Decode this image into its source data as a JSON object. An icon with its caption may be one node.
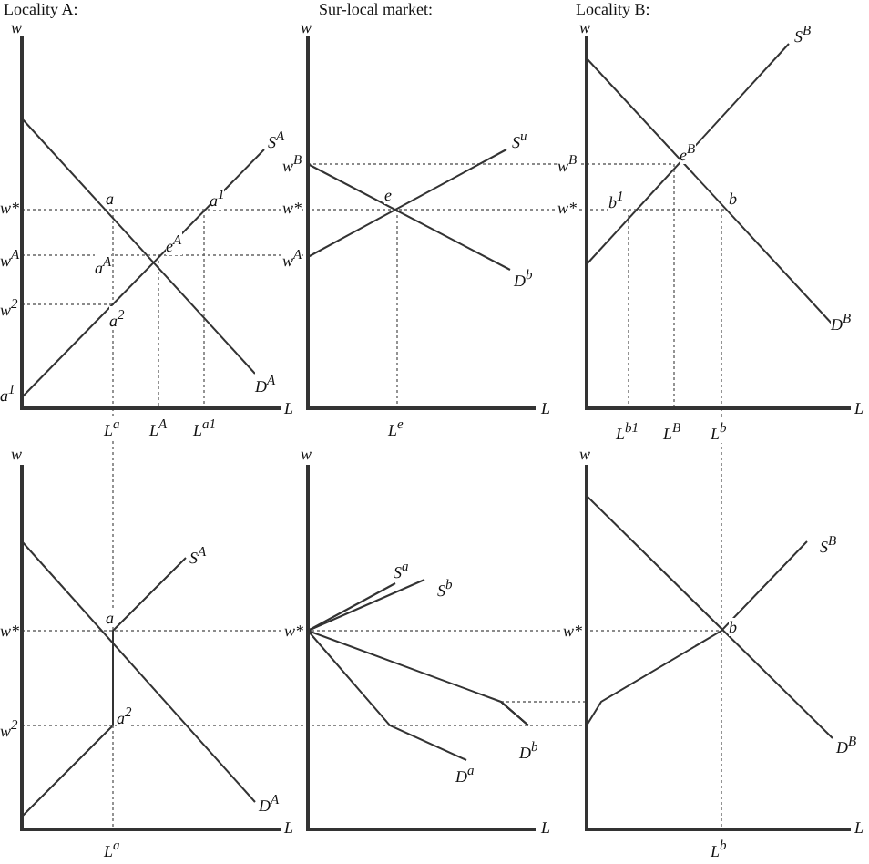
{
  "diagram": {
    "labels": [
      "Locality A:",
      "Sur-local market:",
      "Locality B:",
      "w",
      "w",
      "w",
      "S$^{A}$",
      "S$^{u}$",
      "S$^{B}$",
      "w$^{B}$",
      "w$^{B}$",
      "e$^{B}$",
      "w*",
      "a",
      "a$^{1}$",
      "w*",
      "e",
      "w*",
      "b$^{1}$",
      "b",
      "w$^{A}$",
      "a$^{A}$",
      "e$^{A}$",
      "w$^{A}$",
      "D$^{b}$",
      "w$^{2}$",
      "a$^{2}$",
      "D$^{B}$",
      "D$^{A}$",
      "a$^{1}$",
      "L",
      "L",
      "L",
      "L$^{a}$",
      "L$^{A}$",
      "L$^{a1}$",
      "L$^{e}$",
      "L$^{b1}$",
      "L$^{B}$",
      "L$^{b}$",
      "w",
      "w",
      "w",
      "S$^{A}$",
      "S$^{B}$",
      "S$^{a}$",
      "S$^{b}$",
      "a",
      "w*",
      "w*",
      "w*",
      "b",
      "w$^{2}$",
      "a$^{2}$",
      "D$^{b}$",
      "D$^{B}$",
      "D$^{a}$",
      "D$^{A}$",
      "L",
      "L",
      "L",
      "L$^{a}$",
      "L$^{b}$"
    ]
  }
}
